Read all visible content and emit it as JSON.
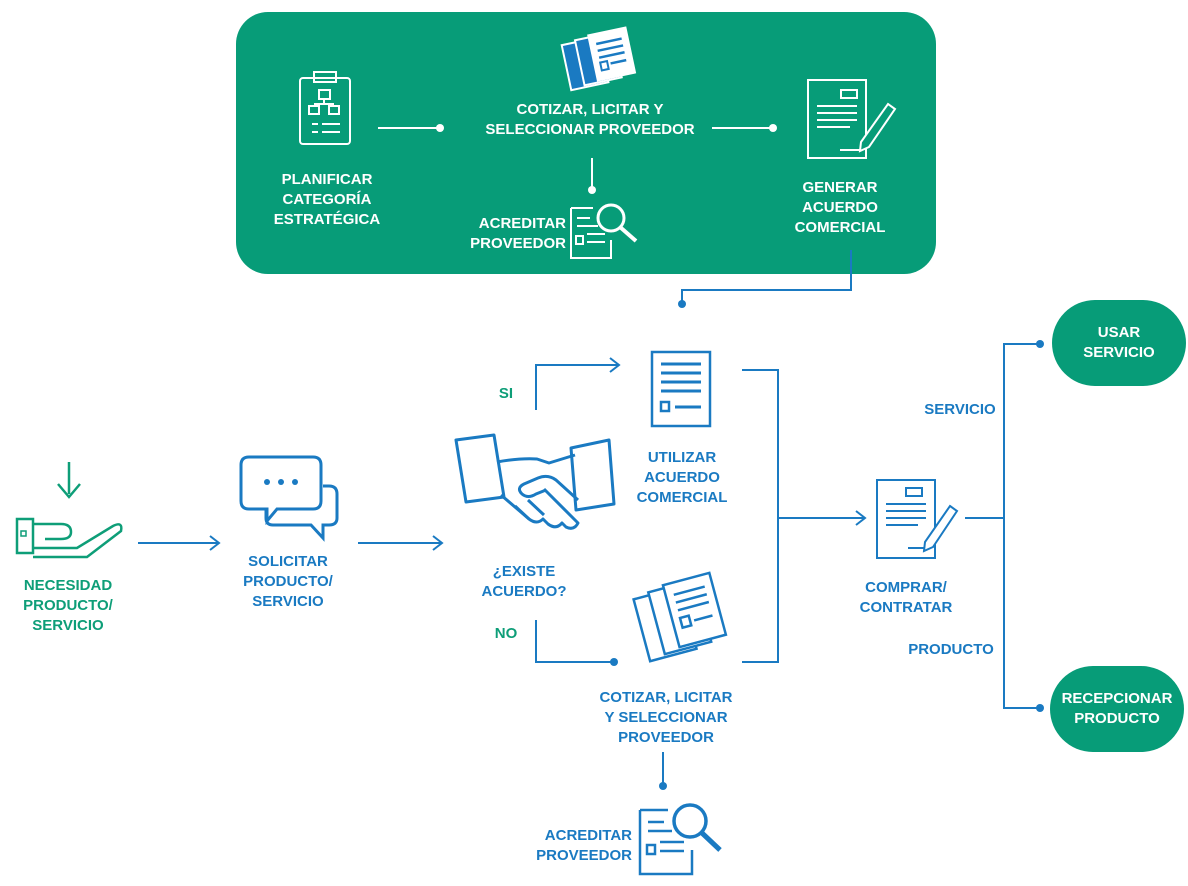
{
  "colors": {
    "green": "#079c78",
    "blue": "#1a7ac2",
    "white": "#ffffff"
  },
  "top_panel": {
    "planificar": "PLANIFICAR\nCATEGORÍA\nESTRATÉGICA",
    "cotizar": "COTIZAR, LICITAR Y\nSELECCIONAR PROVEEDOR",
    "acreditar": "ACREDITAR\nPROVEEDOR",
    "generar": "GENERAR\nACUERDO\nCOMERCIAL"
  },
  "flow": {
    "necesidad": "NECESIDAD\nPRODUCTO/\nSERVICIO",
    "solicitar": "SOLICITAR\nPRODUCTO/\nSERVICIO",
    "existe": "¿EXISTE\nACUERDO?",
    "si": "SI",
    "no": "NO",
    "utilizar": "UTILIZAR\nACUERDO\nCOMERCIAL",
    "cotizar": "COTIZAR, LICITAR\nY SELECCIONAR\nPROVEEDOR",
    "acreditar": "ACREDITAR\nPROVEEDOR",
    "comprar": "COMPRAR/\nCONTRATAR",
    "servicio": "SERVICIO",
    "producto": "PRODUCTO",
    "usar": "USAR\nSERVICIO",
    "recepcionar": "RECEPCIONAR\nPRODUCTO"
  },
  "icons": [
    "clipboard-flowchart-icon",
    "documents-stack-icon",
    "document-search-icon",
    "contract-pen-icon",
    "hand-receive-icon",
    "chat-bubbles-icon",
    "handshake-icon",
    "document-icon"
  ]
}
